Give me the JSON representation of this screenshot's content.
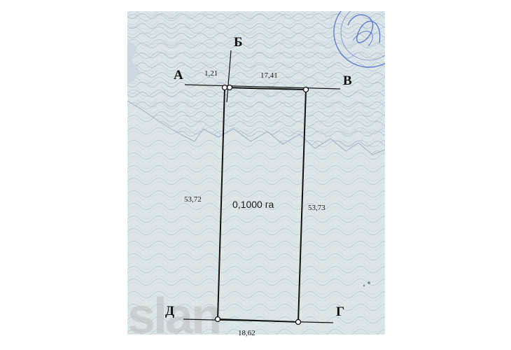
{
  "plan": {
    "corners": {
      "a": "А",
      "b": "Б",
      "v": "В",
      "g": "Г",
      "d": "Д"
    },
    "dimensions": {
      "offset_top_left": "1,21",
      "top": "17,41",
      "left": "53,72",
      "right": "53,73",
      "bottom": "18,62"
    },
    "area": "0,1000 га"
  },
  "watermark": "slan",
  "colors": {
    "paper": "#dce5e8",
    "security_pattern": "#a9bccb",
    "stamp": "#3c5bc4",
    "lines": "#111111"
  }
}
